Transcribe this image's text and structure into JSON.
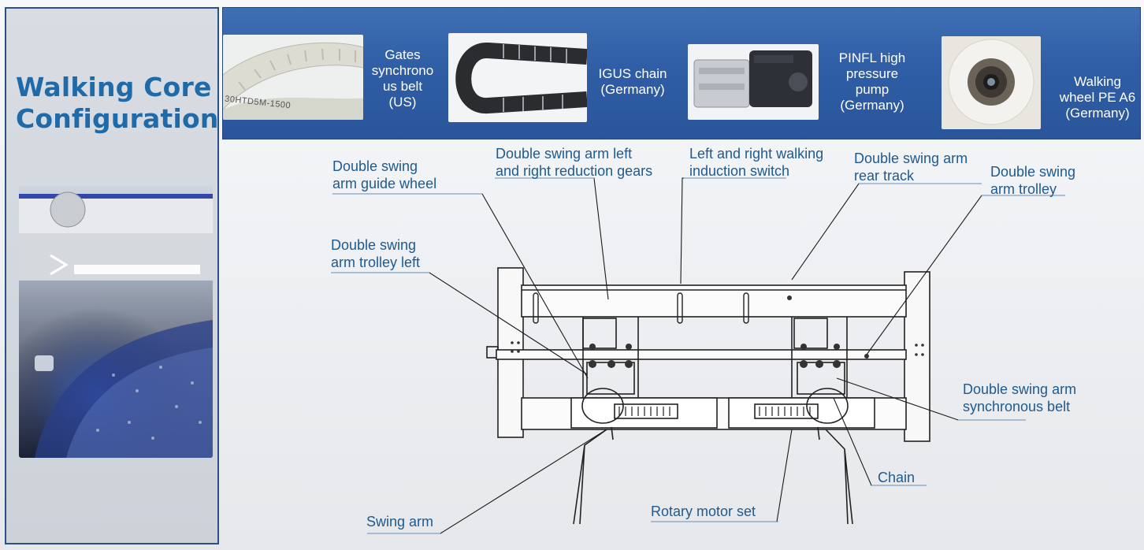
{
  "sidebar": {
    "title_line1": "Walking Core",
    "title_line2": "Configuration"
  },
  "banner": {
    "components": [
      {
        "label_lines": [
          "Gates",
          "synchrono",
          "us belt",
          "(US)"
        ],
        "icon": "timing-belt-photo-icon"
      },
      {
        "label_lines": [
          "IGUS chain",
          "(Germany)"
        ],
        "icon": "drag-chain-photo-icon"
      },
      {
        "label_lines": [
          "PINFL high",
          "pressure",
          "pump",
          "(Germany)"
        ],
        "icon": "pump-photo-icon"
      },
      {
        "label_lines": [
          "Walking",
          "wheel PE A6",
          "(Germany)"
        ],
        "icon": "wheel-photo-icon"
      }
    ],
    "belt_print": "30HTD5M-1500"
  },
  "diagram": {
    "callouts": {
      "guide_wheel": [
        "Double swing",
        "arm guide wheel"
      ],
      "reduction_gears": [
        "Double swing arm left",
        "and right reduction gears"
      ],
      "induction_switch": [
        "Left and right walking",
        "induction switch"
      ],
      "rear_track": [
        "Double swing arm",
        "rear track"
      ],
      "trolley": [
        "Double swing",
        "arm trolley"
      ],
      "trolley_left": [
        "Double swing",
        "arm trolley left"
      ],
      "sync_belt": [
        "Double swing arm",
        "synchronous belt"
      ],
      "chain": [
        "Chain"
      ],
      "rotary_motor": [
        "Rotary motor set"
      ],
      "swing_arm": [
        "Swing arm"
      ]
    }
  },
  "colors": {
    "banner_blue": "#2f5ea6",
    "title_blue": "#1f6aa8",
    "callout_blue": "#1e5a8f",
    "sidebar_border": "#2e4f86"
  }
}
